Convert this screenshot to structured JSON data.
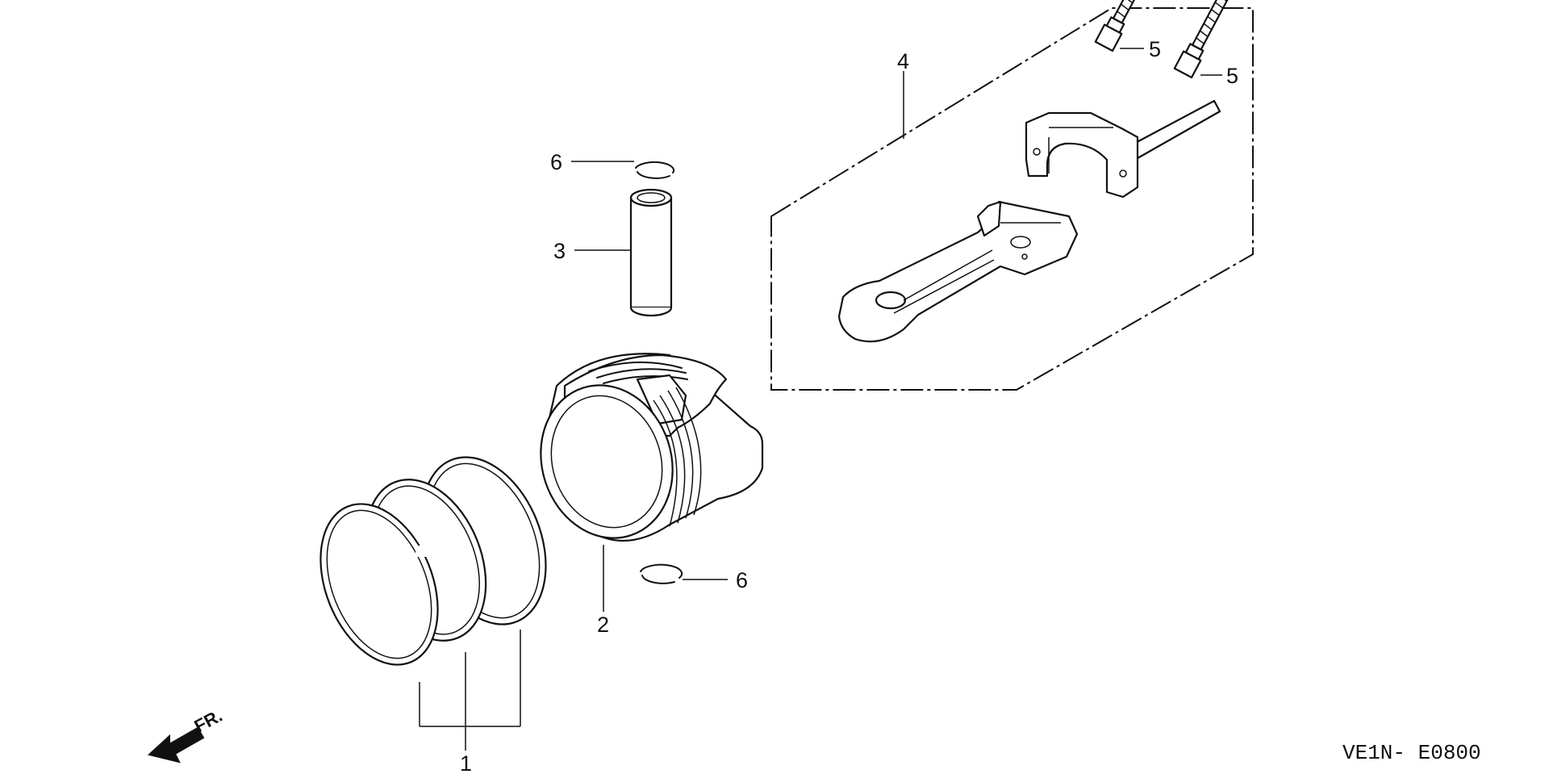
{
  "callouts": {
    "rings": "1",
    "piston": "2",
    "piston_pin": "3",
    "connecting_rod_assy": "4",
    "bolt_a": "5",
    "bolt_b": "5",
    "clip_top": "6",
    "clip_bottom": "6"
  },
  "front_label": "FR.",
  "diagram_code": "VE1N- E0800"
}
